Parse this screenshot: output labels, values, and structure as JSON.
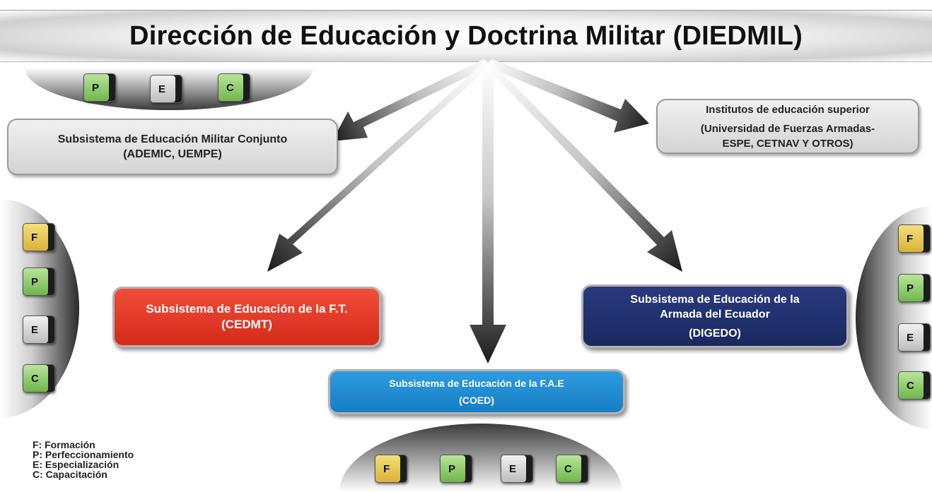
{
  "title": "Dirección de Educación y Doctrina Militar (DIEDMIL)",
  "boxes": {
    "conjunto": {
      "line1": "Subsistema de Educación Militar Conjunto",
      "line2": "(ADEMIC, UEMPE)"
    },
    "institutos": {
      "line1": "Institutos de educación superior",
      "line2": "(Universidad de Fuerzas Armadas-",
      "line3": "ESPE, CETNAV Y OTROS)"
    },
    "ft": {
      "line1": "Subsistema de Educación de la F.T.",
      "line2": "(CEDMT)"
    },
    "armada": {
      "line1": "Subsistema de Educación de la",
      "line2": "Armada del Ecuador",
      "line3": "(DIGEDO)"
    },
    "fae": {
      "line1": "Subsistema de Educación de la F.A.E",
      "line2": "(COED)"
    }
  },
  "keys": {
    "top": [
      "P",
      "E",
      "C"
    ],
    "left": [
      "F",
      "P",
      "E",
      "C"
    ],
    "right": [
      "F",
      "P",
      "E",
      "C"
    ],
    "bottom": [
      "F",
      "P",
      "E",
      "C"
    ]
  },
  "legend": [
    "F: Formación",
    "P: Perfeccionamiento",
    "E: Especialización",
    "C: Capacitación"
  ],
  "colors": {
    "ft": "#d42a18",
    "armada": "#1a2960",
    "fae": "#167ec4",
    "gray_box": "#d4d4d4"
  }
}
